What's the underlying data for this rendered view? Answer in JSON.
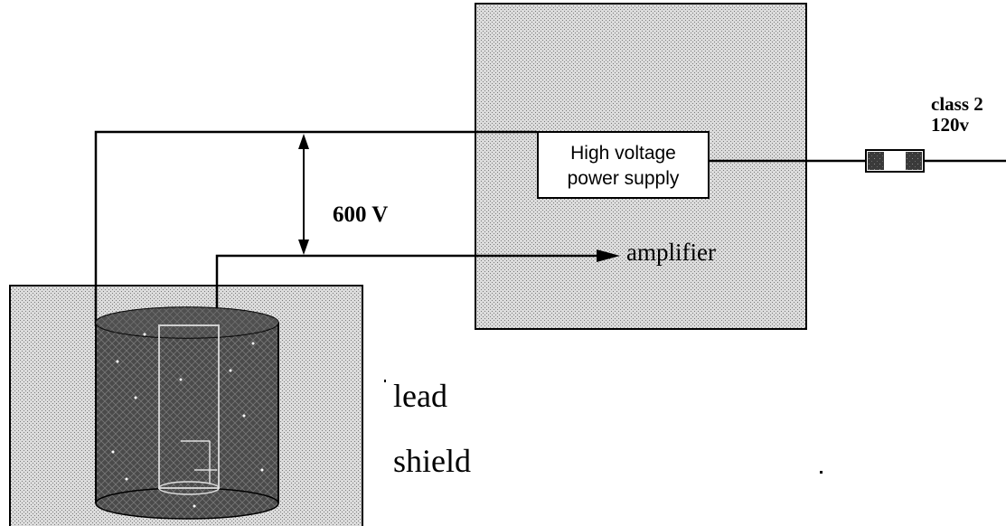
{
  "power_input": {
    "line1": "class 2",
    "line2": "120v"
  },
  "power_supply": {
    "line1": "High voltage",
    "line2": "power supply"
  },
  "voltage_label": "600 V",
  "amplifier_label": "amplifier",
  "shield_label": {
    "line1": "lead",
    "line2": "shield"
  },
  "colors": {
    "stipple_fill": "#c4c4c4",
    "wire": "#000000",
    "detector_body": "#3c3c3c"
  }
}
